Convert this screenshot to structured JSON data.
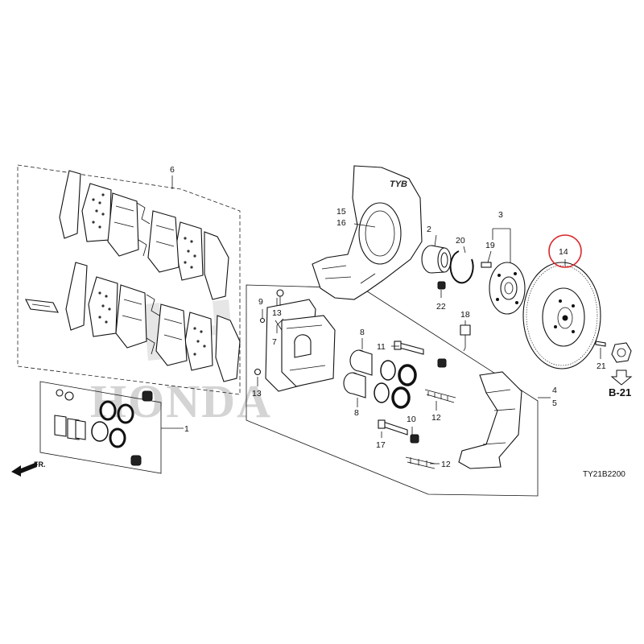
{
  "diagram": {
    "watermark": "HONDA",
    "rotor_stamp": "TYB",
    "diagram_code": "TY21B2200",
    "front_arrow": "FR.",
    "ref_section": "B-21",
    "highlight_color": "#d9262b",
    "part_numbers": {
      "n1": "1",
      "n2": "2",
      "n3": "3",
      "n4": "4",
      "n5": "5",
      "n6": "6",
      "n7": "7",
      "n8a": "8",
      "n8b": "8",
      "n9": "9",
      "n10": "10",
      "n11": "11",
      "n12a": "12",
      "n12b": "12",
      "n13a": "13",
      "n13b": "13",
      "n14": "14",
      "n15": "15",
      "n16": "16",
      "n17": "17",
      "n18": "18",
      "n19": "19",
      "n20": "20",
      "n21": "21",
      "n22": "22"
    }
  }
}
